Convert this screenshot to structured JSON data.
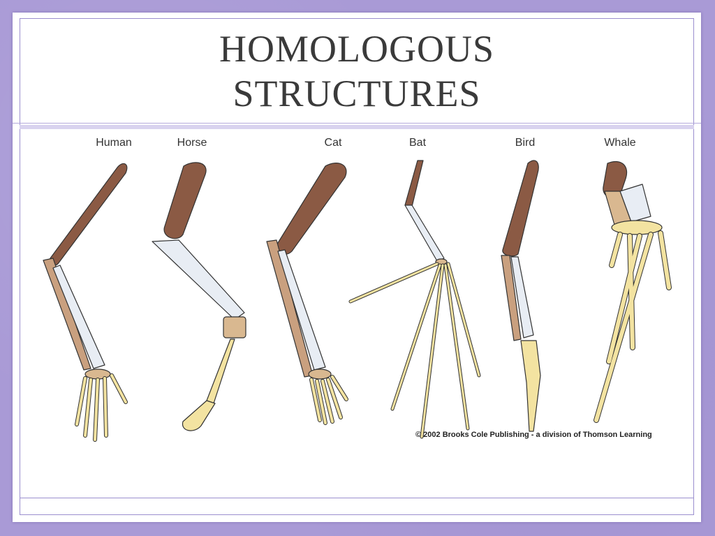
{
  "slide": {
    "title_line1": "HOMOLOGOUS",
    "title_line2": "STRUCTURES"
  },
  "figure": {
    "labels": [
      "Human",
      "Horse",
      "Cat",
      "Bat",
      "Bird",
      "Whale"
    ],
    "credit": "© 2002 Brooks Cole Publishing - a division of Thomson Learning"
  },
  "colors": {
    "background": "#a99ad6",
    "humerus": "#8b5a44",
    "radius_ulna_white": "#e8edf4",
    "radius_tan": "#c9a07f",
    "hand_bones": "#f3e3a1",
    "carpals": "#d9b890",
    "outline": "#333333"
  }
}
